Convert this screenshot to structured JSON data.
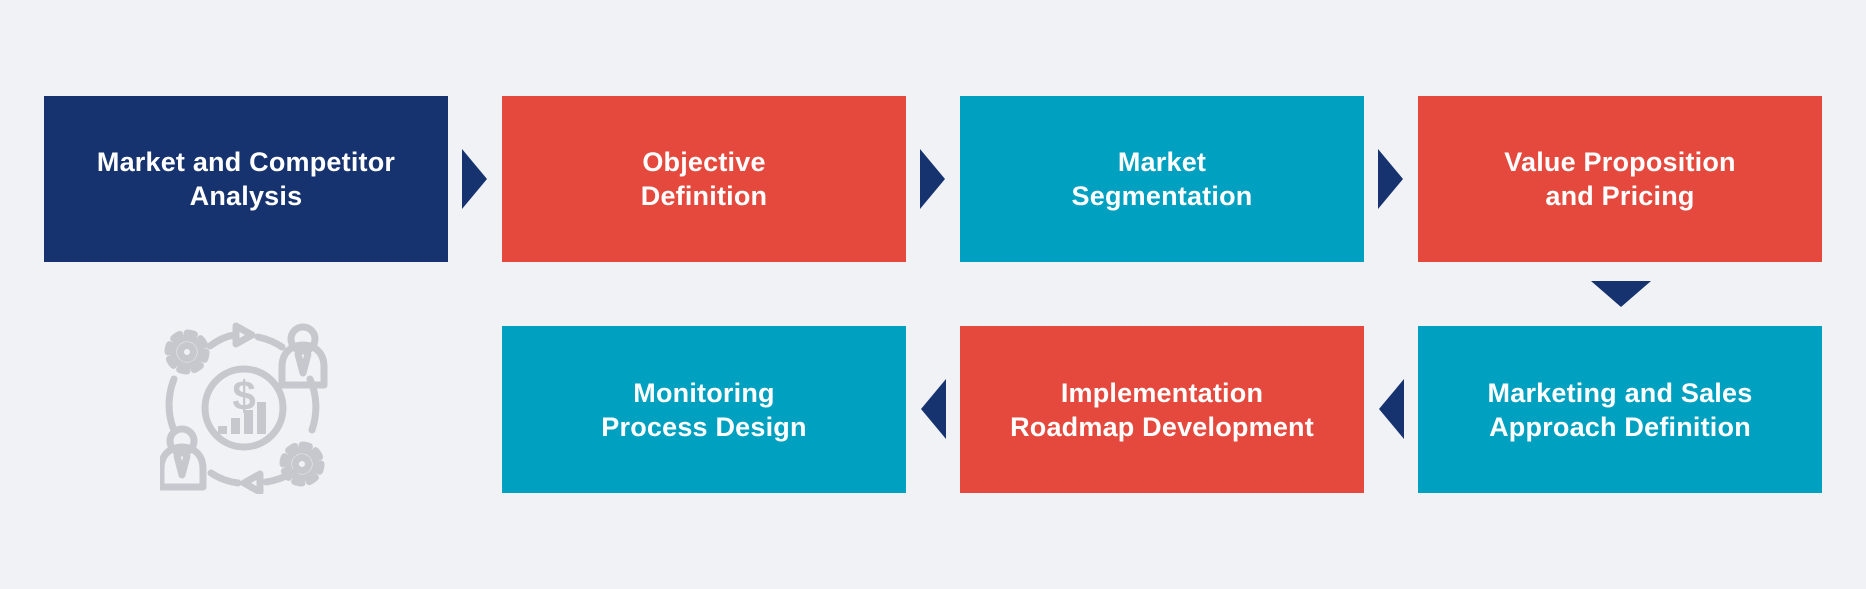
{
  "diagram": {
    "type": "process-flow",
    "background_color": "#F1F2F6",
    "text_color": "#FFFFFF",
    "arrow_color": "#16336F",
    "steps": [
      {
        "id": "market-and-competitor-analysis",
        "label": "Market and Competitor\nAnalysis",
        "color": "#16336F",
        "row": 1,
        "column": 1
      },
      {
        "id": "objective-definition",
        "label": "Objective\nDefinition",
        "color": "#E5493E",
        "row": 1,
        "column": 2
      },
      {
        "id": "market-segmentation",
        "label": "Market\nSegmentation",
        "color": "#00A0C0",
        "row": 1,
        "column": 3
      },
      {
        "id": "value-proposition-and-pricing",
        "label": "Value Proposition\nand Pricing",
        "color": "#E5493E",
        "row": 1,
        "column": 4
      },
      {
        "id": "marketing-and-sales-approach-definition",
        "label": "Marketing and Sales\nApproach Definition",
        "color": "#00A0C0",
        "row": 2,
        "column": 4
      },
      {
        "id": "implementation-roadmap-development",
        "label": "Implementation\nRoadmap Development",
        "color": "#E5493E",
        "row": 2,
        "column": 3
      },
      {
        "id": "monitoring-process-design",
        "label": "Monitoring\nProcess Design",
        "color": "#00A0C0",
        "row": 2,
        "column": 2
      }
    ],
    "connectors": [
      {
        "from": "market-and-competitor-analysis",
        "to": "objective-definition",
        "direction": "right"
      },
      {
        "from": "objective-definition",
        "to": "market-segmentation",
        "direction": "right"
      },
      {
        "from": "market-segmentation",
        "to": "value-proposition-and-pricing",
        "direction": "right"
      },
      {
        "from": "value-proposition-and-pricing",
        "to": "marketing-and-sales-approach-definition",
        "direction": "down"
      },
      {
        "from": "marketing-and-sales-approach-definition",
        "to": "implementation-roadmap-development",
        "direction": "left"
      },
      {
        "from": "implementation-roadmap-development",
        "to": "monitoring-process-design",
        "direction": "left"
      }
    ],
    "icon": {
      "name": "business-process-cycle-icon",
      "color": "#C6C8CE",
      "parts": [
        "gear-icon",
        "person-icon",
        "dollar-bar-chart-circle-icon",
        "cycle-arrow-icon"
      ],
      "dollar_symbol": "$"
    }
  }
}
